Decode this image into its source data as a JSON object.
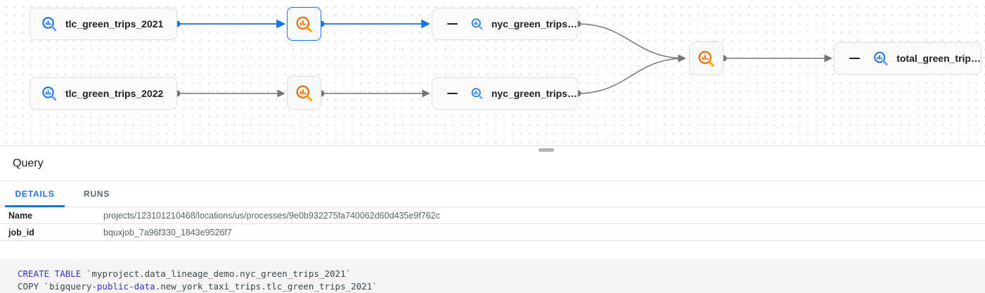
{
  "graph": {
    "nodes": [
      {
        "id": "tlc_green_trips_2021",
        "label": "tlc_green_trips_2021",
        "type": "table",
        "icon": "bigquery-table-icon"
      },
      {
        "id": "process_query_1",
        "type": "process",
        "icon": "bigquery-query-icon",
        "selected": true
      },
      {
        "id": "nyc_green_trips_top",
        "label": "nyc_green_trips…",
        "type": "table-collapsible",
        "icon": "bigquery-table-icon"
      },
      {
        "id": "tlc_green_trips_2022",
        "label": "tlc_green_trips_2022",
        "type": "table",
        "icon": "bigquery-table-icon"
      },
      {
        "id": "process_query_2",
        "type": "process",
        "icon": "bigquery-query-icon",
        "selected": false
      },
      {
        "id": "nyc_green_trips_bottom",
        "label": "nyc_green_trips…",
        "type": "table-collapsible",
        "icon": "bigquery-table-icon"
      },
      {
        "id": "process_query_3",
        "type": "process",
        "icon": "bigquery-query-icon",
        "selected": false
      },
      {
        "id": "total_green_trips",
        "label": "total_green_trip…",
        "type": "table-collapsible",
        "icon": "bigquery-table-icon"
      }
    ],
    "colors": {
      "selected_edge": "#1a73e8",
      "edge": "#757575",
      "table_icon": "#1a73e8",
      "process_icon": "#e8710a",
      "node_border": "#dcdee1",
      "selected_node_border": "#1a73e8"
    }
  },
  "panel": {
    "title": "Query",
    "tabs": [
      {
        "label": "DETAILS",
        "active": true
      },
      {
        "label": "RUNS",
        "active": false
      }
    ],
    "fields": [
      {
        "label": "Name",
        "value": "projects/123101210468/locations/us/processes/9e0b932275fa740062d60d435e9f762c"
      },
      {
        "label": "job_id",
        "value": "bquxjob_7a96f330_1843e9526f7"
      }
    ],
    "sql": {
      "line1_keyword": "CREATE TABLE",
      "line1_rest": " `myproject.data_lineage_demo.nyc_green_trips_2021`",
      "line2_part1": "COPY `bigquery-",
      "line2_keyword1": "public",
      "line2_sep": "-",
      "line2_keyword2": "data",
      "line2_rest": ".new_york_taxi_trips.tlc_green_trips_2021`",
      "keyword_color": "#3333cc"
    }
  }
}
